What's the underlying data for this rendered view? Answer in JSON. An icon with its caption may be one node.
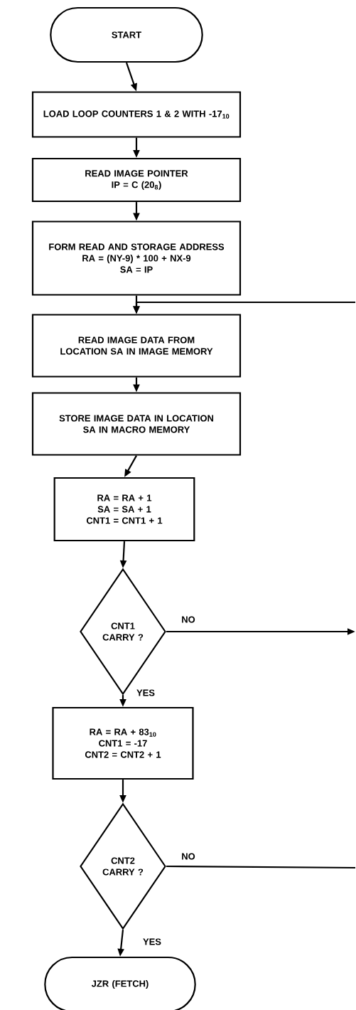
{
  "diagram": {
    "nodes": [
      {
        "text": [
          "START"
        ]
      },
      {
        "text": [
          "LOAD LOOP COUNTERS 1 & 2 WITH -17$_{10}$"
        ]
      },
      {
        "text": [
          "READ IMAGE POINTER",
          "IP = C (20$_{8}$)"
        ]
      },
      {
        "text": [
          "FORM READ AND STORAGE ADDRESS",
          "RA = (NY-9) * 100 + NX-9",
          "SA = IP"
        ]
      },
      {
        "text": [
          "READ IMAGE DATA FROM LOCATION SA IN IMAGE MEMORY"
        ]
      },
      {
        "text": [
          "STORE IMAGE DATA IN LOCATION SA IN MACRO MEMORY"
        ]
      },
      {
        "text": [
          "RA = RA + 1",
          "SA = SA + 1",
          "CNT1 = CNT1 + 1"
        ]
      },
      {
        "text": [
          "CNT1 CARRY ?"
        ]
      },
      {
        "text": [
          "RA = RA + 83$_{10}$",
          "CNT1 = -17",
          "CNT2 = CNT2 + 1"
        ]
      },
      {
        "text": [
          "CNT2 CARRY ?"
        ]
      },
      {
        "text": [
          "JZR (FETCH)"
        ]
      }
    ],
    "edges": [
      {
        "from": 0,
        "to": 1,
        "arrow": "to"
      },
      {
        "from": 1,
        "to": 2,
        "arrow": "to"
      },
      {
        "from": 2,
        "to": 3,
        "arrow": "to"
      },
      {
        "from": 3,
        "to": 4,
        "arrow": "to"
      },
      {
        "from": null,
        "to": 4,
        "arrow": "to"
      },
      {
        "from": 4,
        "to": 5,
        "arrow": "to"
      },
      {
        "from": 5,
        "to": 6,
        "arrow": "to"
      },
      {
        "from": 6,
        "to": 7,
        "arrow": "to"
      },
      {
        "from": 7,
        "to": null,
        "label": "NO",
        "arrow": "to"
      },
      {
        "from": 7,
        "to": 8,
        "label": "YES",
        "arrow": "to"
      },
      {
        "from": 8,
        "to": 9,
        "arrow": "to"
      },
      {
        "from": 9,
        "to": null,
        "label": "NO",
        "arrow": "none"
      },
      {
        "from": 9,
        "to": 10,
        "label": "YES",
        "arrow": "to"
      }
    ]
  }
}
